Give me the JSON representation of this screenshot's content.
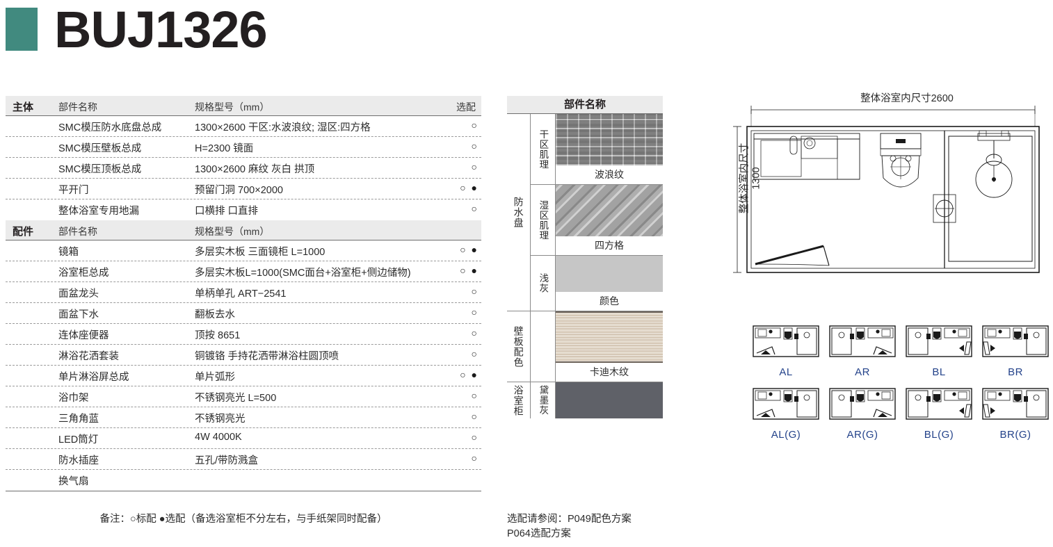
{
  "header": {
    "title": "BUJ1326",
    "accent_color": "#418a7f"
  },
  "spec_table": {
    "main_section": {
      "section_label": "主体",
      "col_name": "部件名称",
      "col_spec": "规格型号（mm）",
      "col_option": "选配",
      "rows": [
        {
          "name": "SMC模压防水底盘总成",
          "spec": "1300×2600 干区:水波浪纹; 湿区:四方格",
          "option": "○"
        },
        {
          "name": "SMC模压壁板总成",
          "spec": "H=2300 镜面",
          "option": "○"
        },
        {
          "name": "SMC模压顶板总成",
          "spec": "1300×2600 麻纹 灰白 拱顶",
          "option": "○"
        },
        {
          "name": "平开门",
          "spec": "预留门洞 700×2000",
          "option": "○ ●"
        },
        {
          "name": "整体浴室专用地漏",
          "spec": "口横排 口直排",
          "option": "○"
        }
      ]
    },
    "accessory_section": {
      "section_label": "配件",
      "col_name": "部件名称",
      "col_spec": "规格型号（mm）",
      "rows": [
        {
          "name": "镜箱",
          "spec": "多层实木板 三面镜柜 L=1000",
          "option": "○ ●"
        },
        {
          "name": "浴室柜总成",
          "spec": "多层实木板L=1000(SMC面台+浴室柜+侧边储物)",
          "option": "○ ●"
        },
        {
          "name": "面盆龙头",
          "spec": "单柄单孔 ART−2541",
          "option": "○"
        },
        {
          "name": "面盆下水",
          "spec": "翻板去水",
          "option": "○"
        },
        {
          "name": "连体座便器",
          "spec": "顶按 8651",
          "option": "○"
        },
        {
          "name": "淋浴花洒套装",
          "spec": "铜镀铬  手持花洒带淋浴柱圆顶喷",
          "option": "○"
        },
        {
          "name": "单片淋浴屏总成",
          "spec": "单片弧形",
          "option": "○ ●"
        },
        {
          "name": "浴巾架",
          "spec": "不锈钢亮光 L=500",
          "option": "○"
        },
        {
          "name": "三角角蓝",
          "spec": "不锈钢亮光",
          "option": "○"
        },
        {
          "name": "LED筒灯",
          "spec": "4W 4000K",
          "option": "○"
        },
        {
          "name": "防水插座",
          "spec": "五孔/带防溅盒",
          "option": "○"
        },
        {
          "name": "换气扇",
          "spec": "",
          "option": ""
        }
      ]
    },
    "footnote": "备注：○标配  ●选配（备选浴室柜不分左右，与手纸架同时配备）"
  },
  "material_panel": {
    "header": "部件名称",
    "groups": [
      {
        "label": "防水盘",
        "rows": [
          {
            "label": "干区肌理",
            "caption": "波浪纹",
            "texture": "wave"
          },
          {
            "label": "湿区肌理",
            "caption": "四方格",
            "texture": "diagonal"
          },
          {
            "label": "浅灰",
            "caption": "颜色",
            "texture": "light-gray",
            "color": "#c6c6c6"
          }
        ]
      },
      {
        "label": "壁板配色",
        "rows": [
          {
            "label": "",
            "caption": "卡迪木纹",
            "texture": "wood",
            "color": "#ded2c2"
          }
        ]
      },
      {
        "label": "浴室柜",
        "rows": [
          {
            "label": "黛墨灰",
            "caption": "",
            "texture": "dark-gray",
            "color": "#5f6168"
          }
        ]
      }
    ],
    "note_line1": "选配请参阅：P049配色方案",
    "note_line2": "P064选配方案"
  },
  "floor_plan": {
    "dim_top": "整体浴室内尺寸2600",
    "dim_left": "整体浴室内尺寸1300"
  },
  "variants": {
    "label_color": "#23428a",
    "row1": [
      {
        "label": "AL",
        "door": "swing-left",
        "shower": "right"
      },
      {
        "label": "AR",
        "door": "swing-right",
        "shower": "left"
      },
      {
        "label": "BL",
        "door": "slide-right",
        "shower": "left"
      },
      {
        "label": "BR",
        "door": "slide-left",
        "shower": "right"
      }
    ],
    "row2": [
      {
        "label": "AL(G)",
        "door": "swing-left",
        "shower": "right"
      },
      {
        "label": "AR(G)",
        "door": "swing-right",
        "shower": "left"
      },
      {
        "label": "BL(G)",
        "door": "slide-right",
        "shower": "left"
      },
      {
        "label": "BR(G)",
        "door": "slide-left",
        "shower": "right"
      }
    ]
  }
}
